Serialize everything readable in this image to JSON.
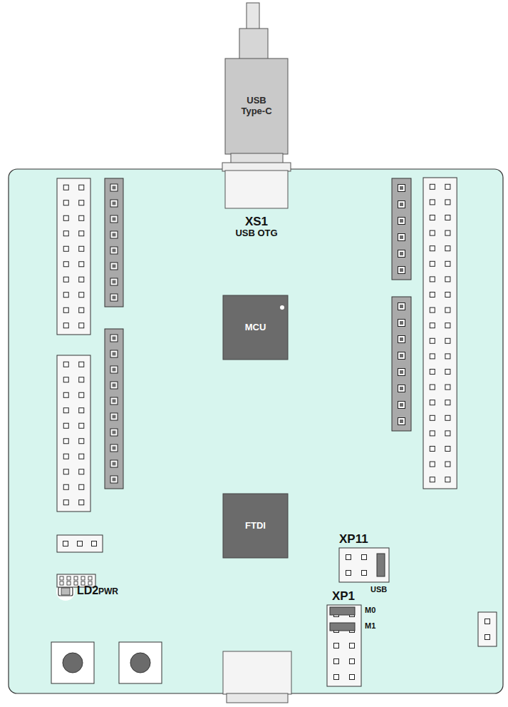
{
  "diagram": {
    "nodes": [
      {
        "text": [
          "USB Type-C"
        ]
      },
      {
        "text": [
          "XS1",
          "USB OTG"
        ]
      },
      {
        "text": [
          "MCU"
        ]
      },
      {
        "text": [
          "FTDI"
        ]
      },
      {
        "text": [
          "XP11",
          "USB"
        ]
      },
      {
        "text": [
          "XP1"
        ]
      }
    ],
    "labels": [
      "M0",
      "M1",
      "LD2",
      "PWR"
    ]
  }
}
